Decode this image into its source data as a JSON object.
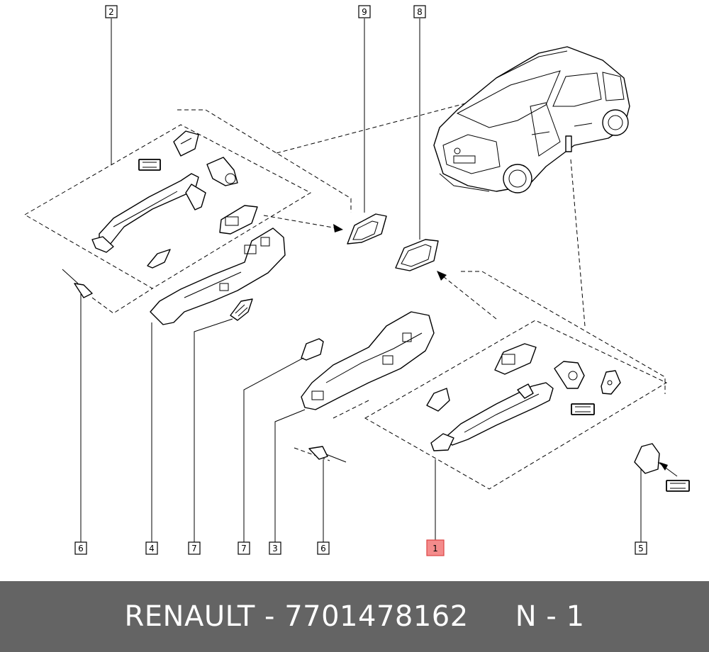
{
  "footer": {
    "brand": "RENAULT",
    "separator": " - ",
    "part_number": "7701478162",
    "page_label": "N - 1"
  },
  "callouts": {
    "c1": "1",
    "c2": "2",
    "c3": "3",
    "c4": "4",
    "c5": "5",
    "c6a": "6",
    "c6b": "6",
    "c7a": "7",
    "c7b": "7",
    "c8": "8",
    "c9": "9"
  },
  "highlight_color": "#f48b8b",
  "footer_color": "#646464"
}
